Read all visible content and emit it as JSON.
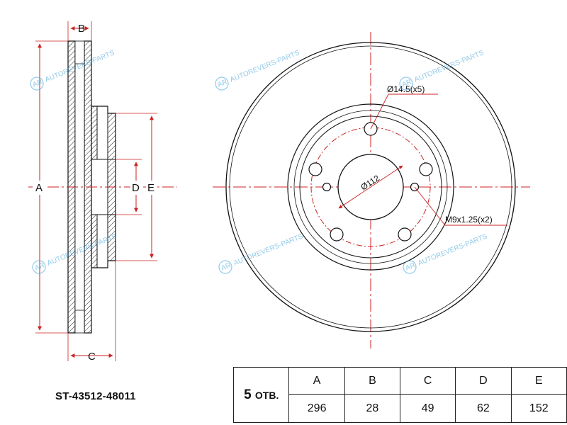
{
  "part_number": "ST-43512-48011",
  "dimension_labels": {
    "A": "A",
    "B": "B",
    "C": "C",
    "D": "D",
    "E": "E"
  },
  "callouts": {
    "bolt_hole": "Ø14.5(x5)",
    "pcd": "Ø112",
    "thread": "M9x1.25(x2)"
  },
  "watermark": {
    "text": "AUTOREVERS-PARTS",
    "logo": "AR",
    "color": "#3aa0d8"
  },
  "colors": {
    "dimension_line": "#cc2222",
    "outline": "#111111"
  },
  "spec_table": {
    "holes_count": "5",
    "holes_unit": "ОТВ.",
    "headers": [
      "A",
      "B",
      "C",
      "D",
      "E"
    ],
    "values": [
      "296",
      "28",
      "49",
      "62",
      "152"
    ]
  }
}
